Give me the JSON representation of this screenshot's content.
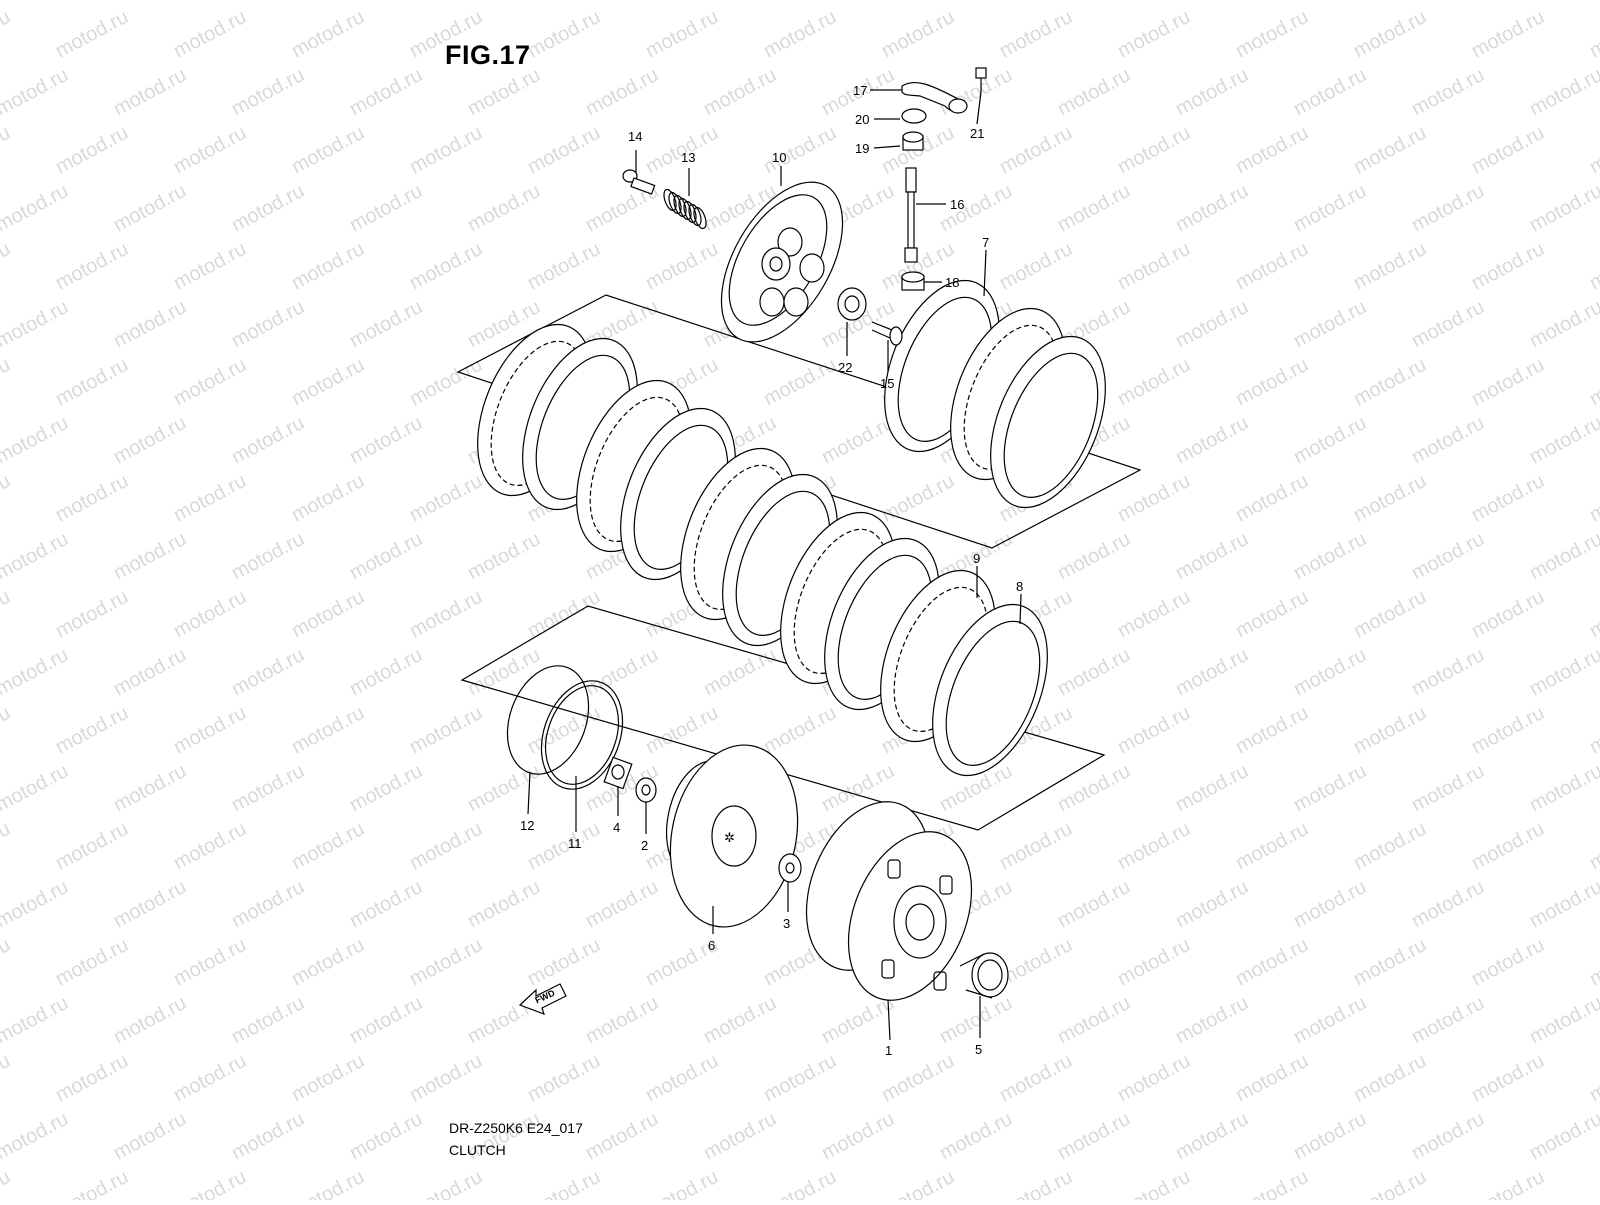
{
  "figure": {
    "title": "FIG.17",
    "model_code": "DR-Z250K6 E24_017",
    "caption": "CLUTCH"
  },
  "watermark": {
    "text": "motod.ru",
    "color": "#d9d9d9"
  },
  "fwd_arrow": {
    "label": "FWD",
    "icon": "forward-arrow-icon"
  },
  "callouts": [
    {
      "id": "c17",
      "label": "17"
    },
    {
      "id": "c20",
      "label": "20"
    },
    {
      "id": "c21",
      "label": "21"
    },
    {
      "id": "c19",
      "label": "19"
    },
    {
      "id": "c14",
      "label": "14"
    },
    {
      "id": "c13",
      "label": "13"
    },
    {
      "id": "c10",
      "label": "10"
    },
    {
      "id": "c16",
      "label": "16"
    },
    {
      "id": "c7",
      "label": "7"
    },
    {
      "id": "c18",
      "label": "18"
    },
    {
      "id": "c22",
      "label": "22"
    },
    {
      "id": "c15",
      "label": "15"
    },
    {
      "id": "c9",
      "label": "9"
    },
    {
      "id": "c8",
      "label": "8"
    },
    {
      "id": "c12",
      "label": "12"
    },
    {
      "id": "c11",
      "label": "11"
    },
    {
      "id": "c4",
      "label": "4"
    },
    {
      "id": "c2",
      "label": "2"
    },
    {
      "id": "c6",
      "label": "6"
    },
    {
      "id": "c3",
      "label": "3"
    },
    {
      "id": "c1",
      "label": "1"
    },
    {
      "id": "c5",
      "label": "5"
    }
  ]
}
